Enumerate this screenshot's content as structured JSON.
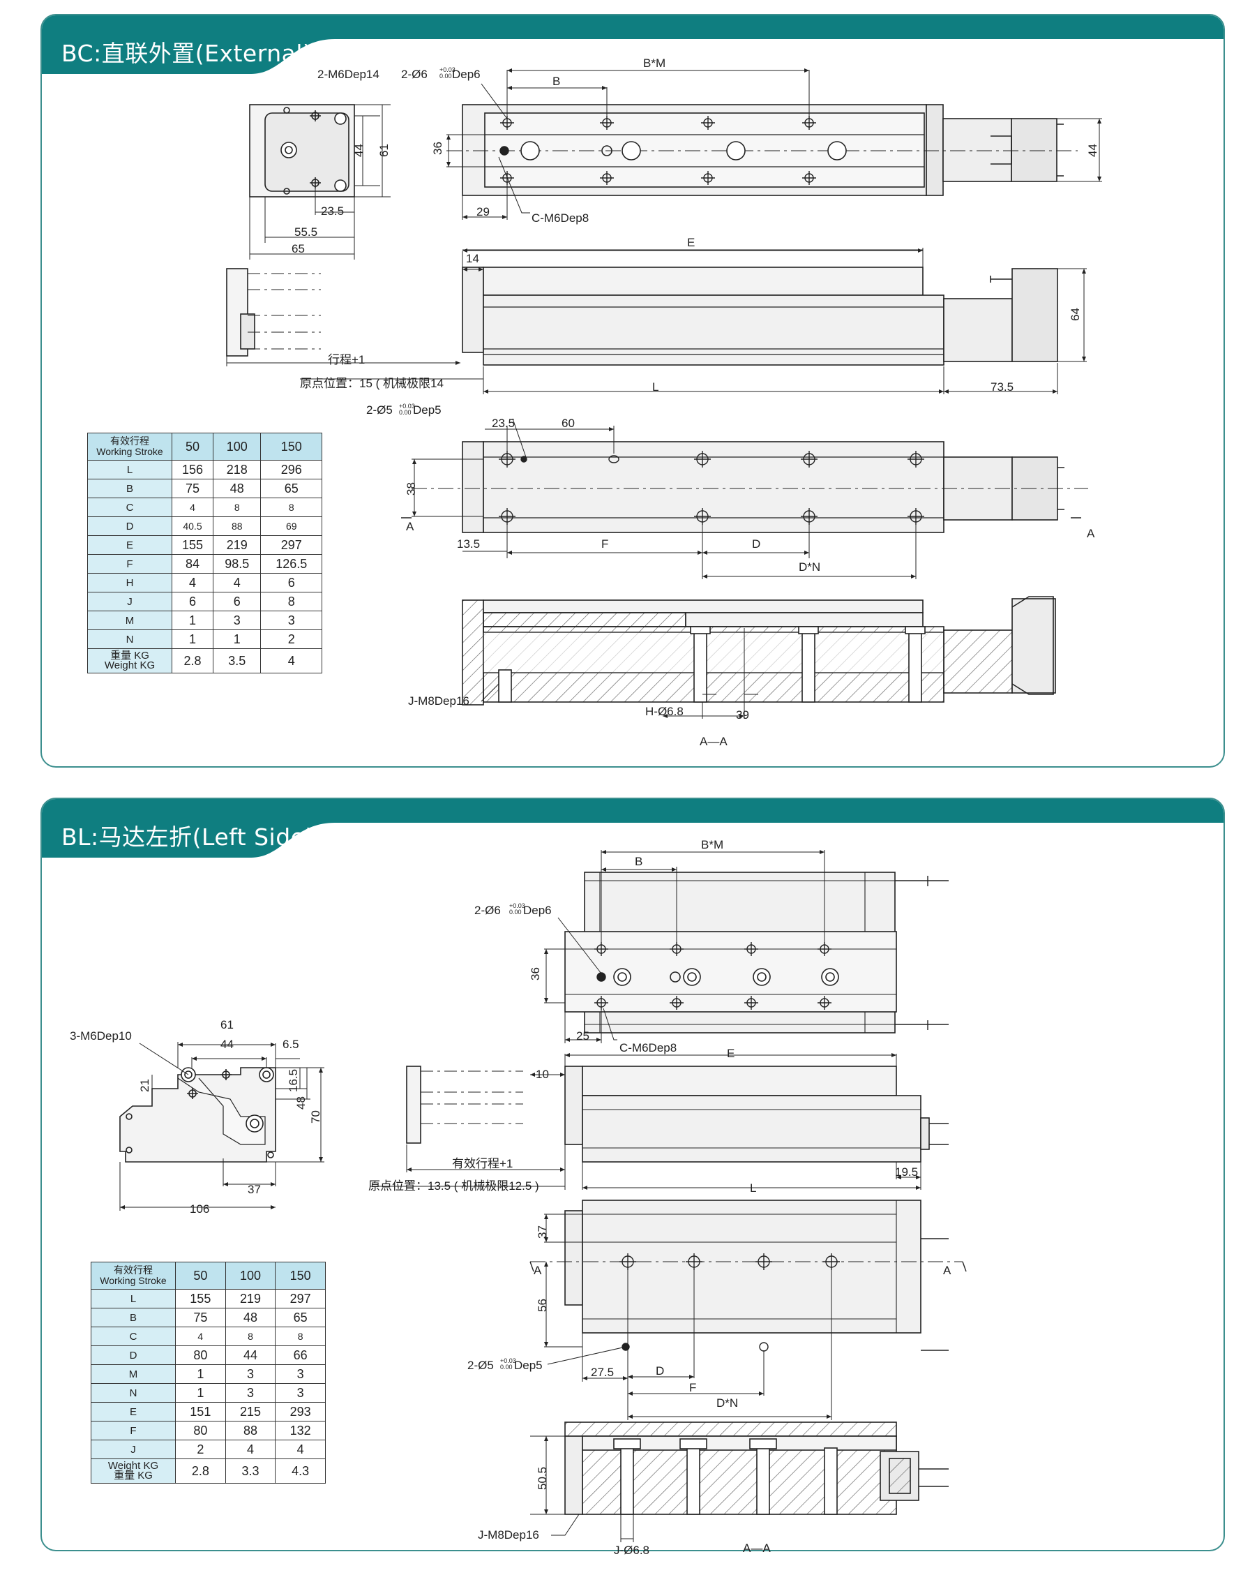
{
  "sections": [
    {
      "title": "BC:直联外置(External)",
      "table": {
        "header_label_cn": "有效行程",
        "header_label_en": "Working Stroke",
        "columns": [
          "50",
          "100",
          "150"
        ],
        "rows": [
          {
            "label": "L",
            "values": [
              "156",
              "218",
              "296"
            ]
          },
          {
            "label": "B",
            "values": [
              "75",
              "48",
              "65"
            ]
          },
          {
            "label": "C",
            "values": [
              "4",
              "8",
              "8"
            ]
          },
          {
            "label": "D",
            "values": [
              "40.5",
              "88",
              "69"
            ]
          },
          {
            "label": "E",
            "values": [
              "155",
              "219",
              "297"
            ]
          },
          {
            "label": "F",
            "values": [
              "84",
              "98.5",
              "126.5"
            ]
          },
          {
            "label": "H",
            "values": [
              "4",
              "4",
              "6"
            ]
          },
          {
            "label": "J",
            "values": [
              "6",
              "6",
              "8"
            ]
          },
          {
            "label": "M",
            "values": [
              "1",
              "3",
              "3"
            ]
          },
          {
            "label": "N",
            "values": [
              "1",
              "1",
              "2"
            ]
          }
        ],
        "weight_label_cn": "重量  KG",
        "weight_label_en": "Weight KG",
        "weight_values": [
          "2.8",
          "3.5",
          "4"
        ]
      },
      "dims": {
        "end_tapped": "2-M6Dep14",
        "pin_hole": "2-Ø6",
        "pin_tol_upper": "+0.03",
        "pin_tol_lower": "0.00",
        "pin_dep": "Dep6",
        "bm": "B*M",
        "b": "B",
        "d36": "36",
        "d44r": "44",
        "d44": "44",
        "d61": "61",
        "d23_5": "23.5",
        "d55_5": "55.5",
        "d65": "65",
        "d29": "29",
        "c_tapped": "C-M6Dep8",
        "e": "E",
        "d14": "14",
        "d64": "64",
        "stroke": "行程+1",
        "origin": "原点位置：15 ( 机械极限14",
        "l": "L",
        "d73_5": "73.5",
        "pin5": "2-Ø5",
        "pin5_upper": "+0.03",
        "pin5_lower": "0.00",
        "pin5_dep": "Dep5",
        "d23_5b": "23.5",
        "d60": "60",
        "d38": "38",
        "d13_5": "13.5",
        "f": "F",
        "d": "D",
        "dn": "D*N",
        "sec_a": "A",
        "j_tapped": "J-M8Dep16",
        "h_hole": "H-Ø6.8",
        "d39": "39",
        "aa": "A—A"
      }
    },
    {
      "title": "BL:马达左折(Left Side)",
      "table": {
        "header_label_cn": "有效行程",
        "header_label_en": "Working Stroke",
        "columns": [
          "50",
          "100",
          "150"
        ],
        "rows": [
          {
            "label": "L",
            "values": [
              "155",
              "219",
              "297"
            ]
          },
          {
            "label": "B",
            "values": [
              "75",
              "48",
              "65"
            ]
          },
          {
            "label": "C",
            "values": [
              "4",
              "8",
              "8"
            ]
          },
          {
            "label": "D",
            "values": [
              "80",
              "44",
              "66"
            ]
          },
          {
            "label": "M",
            "values": [
              "1",
              "3",
              "3"
            ]
          },
          {
            "label": "N",
            "values": [
              "1",
              "3",
              "3"
            ]
          },
          {
            "label": "E",
            "values": [
              "151",
              "215",
              "293"
            ]
          },
          {
            "label": "F",
            "values": [
              "80",
              "88",
              "132"
            ]
          },
          {
            "label": "J",
            "values": [
              "2",
              "4",
              "4"
            ]
          }
        ],
        "weight_label_cn": "重量  KG",
        "weight_label_en": "Weight KG",
        "weight_values": [
          "2.8",
          "3.3",
          "4.3"
        ]
      },
      "dims": {
        "end_tapped": "3-M6Dep10",
        "d61": "61",
        "d44": "44",
        "d6_5": "6.5",
        "d21": "21",
        "d16_5": "16.5",
        "d48": "48",
        "d70": "70",
        "d37": "37",
        "d106": "106",
        "bm": "B*M",
        "b": "B",
        "pin_hole": "2-Ø6",
        "pin_tol_upper": "+0.03",
        "pin_tol_lower": "0.00",
        "pin_dep": "Dep6",
        "d36": "36",
        "d25": "25",
        "c_tapped": "C-M6Dep8",
        "e": "E",
        "d10": "10",
        "stroke": "有效行程+1",
        "origin": "原点位置：13.5 ( 机械极限12.5 )",
        "l": "L",
        "d19_5": "19.5",
        "d37b": "37",
        "d56": "56",
        "sec_a": "A",
        "pin5": "2-Ø5",
        "pin5_upper": "+0.03",
        "pin5_lower": "0.00",
        "pin5_dep": "Dep5",
        "d27_5": "27.5",
        "d": "D",
        "f": "F",
        "dn": "D*N",
        "d50_5": "50.5",
        "j_tapped": "J-M8Dep16",
        "j_hole": "J-Ø6.8",
        "aa": "A—A"
      }
    }
  ],
  "colors": {
    "header_teal": "#0f7e80",
    "border_teal": "#3c8f8e",
    "table_header_blue": "#bfe3ee",
    "table_label_blue": "#d6eef5",
    "body_fill": "#f1f1f1"
  }
}
